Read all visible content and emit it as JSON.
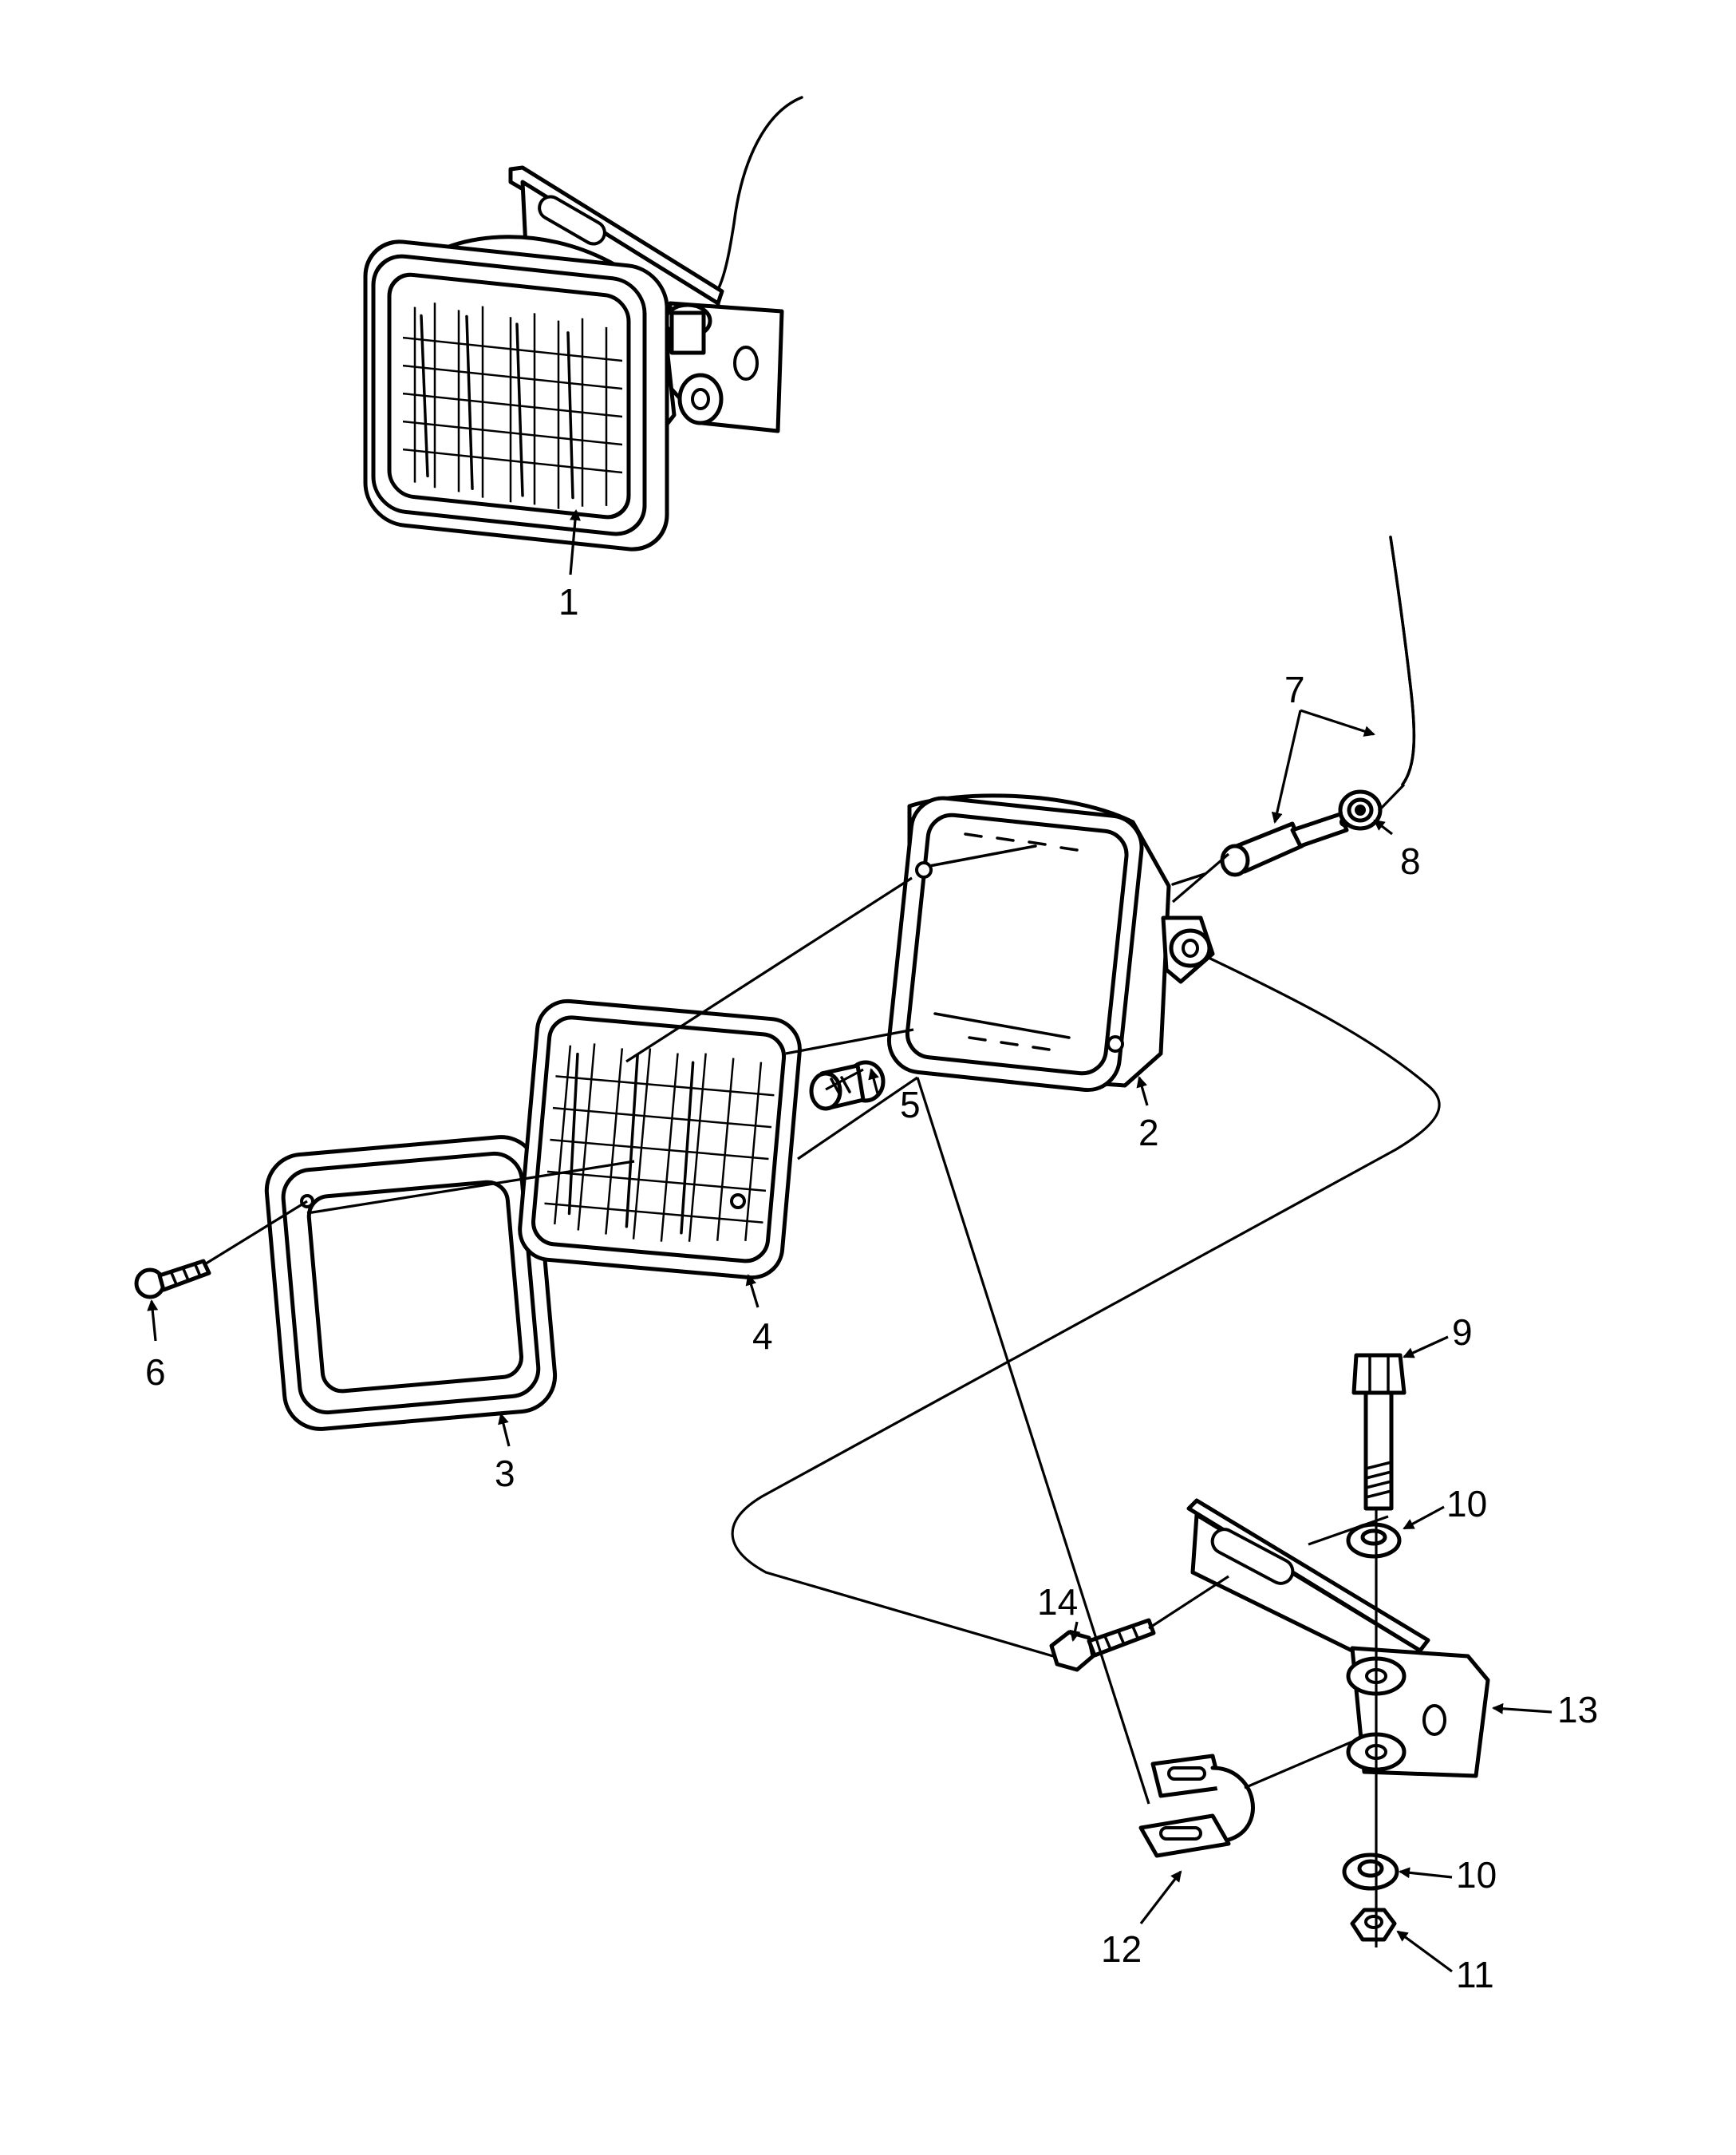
{
  "callouts": [
    {
      "id": "1",
      "text": "1"
    },
    {
      "id": "2",
      "text": "2"
    },
    {
      "id": "3",
      "text": "3"
    },
    {
      "id": "4",
      "text": "4"
    },
    {
      "id": "5",
      "text": "5"
    },
    {
      "id": "6",
      "text": "6"
    },
    {
      "id": "7",
      "text": "7"
    },
    {
      "id": "8",
      "text": "8"
    },
    {
      "id": "9",
      "text": "9"
    },
    {
      "id": "10a",
      "text": "10"
    },
    {
      "id": "10b",
      "text": "10"
    },
    {
      "id": "11",
      "text": "11"
    },
    {
      "id": "12",
      "text": "12"
    },
    {
      "id": "13",
      "text": "13"
    },
    {
      "id": "14",
      "text": "14"
    }
  ]
}
